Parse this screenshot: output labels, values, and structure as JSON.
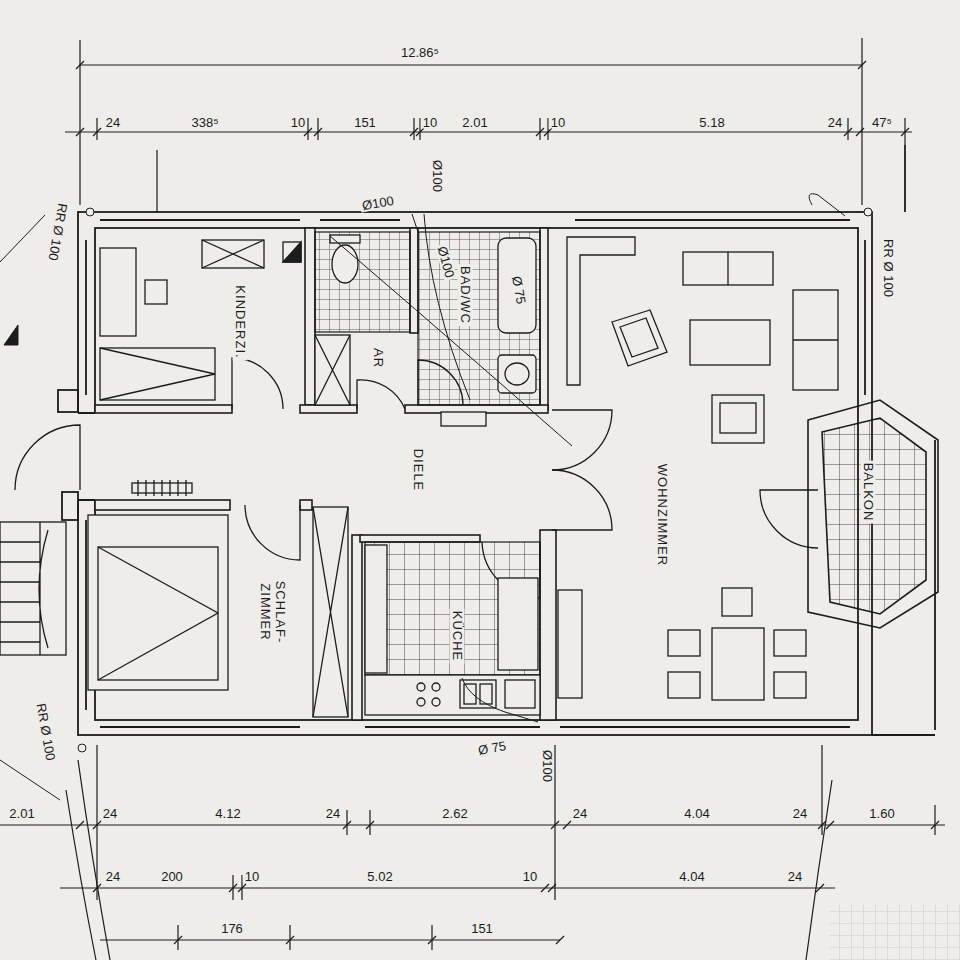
{
  "diagram": {
    "nodes": [
      {
        "text": [
          "KINDERZI."
        ]
      },
      {
        "text": [
          "AR"
        ]
      },
      {
        "text": [
          "BAD/WC"
        ]
      },
      {
        "text": [
          "DIELE"
        ]
      },
      {
        "text": [
          "WOHNZIMMER"
        ]
      },
      {
        "text": [
          "BALKON"
        ]
      },
      {
        "text": [
          "SCHLAF- ZIMMER"
        ]
      },
      {
        "text": [
          "KÜCHE"
        ]
      }
    ],
    "labels": [
      "12.86⁵",
      "24",
      "338⁵",
      "10",
      "151",
      "10",
      "2.01",
      "10",
      "5.18",
      "24",
      "47⁵",
      "RR Ø 100",
      "Ø100",
      "Ø100",
      "Ø100",
      "Ø 75",
      "RR Ø 100",
      "RR Ø 100",
      "Ø 75",
      "Ø100",
      "2.01",
      "24",
      "4.12",
      "24",
      "2.62",
      "24",
      "4.04",
      "24",
      "1.60",
      "24",
      "200",
      "10",
      "5.02",
      "10",
      "4.04",
      "24",
      "176",
      "151"
    ]
  }
}
